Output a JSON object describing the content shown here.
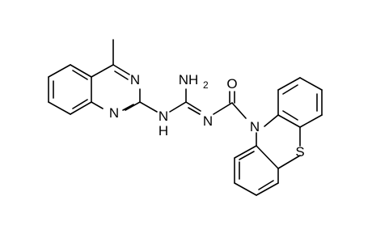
{
  "molecule": {
    "atom_labels": {
      "n_ring_top": "N",
      "n_ring_bottom": "N",
      "nh_linker": "N",
      "nh_linker_h": "H",
      "amine_n": "NH",
      "amine_sub": "2",
      "imine_n": "N",
      "carbonyl_o": "O",
      "phenothiazine_n": "N",
      "sulfur": "S"
    }
  }
}
